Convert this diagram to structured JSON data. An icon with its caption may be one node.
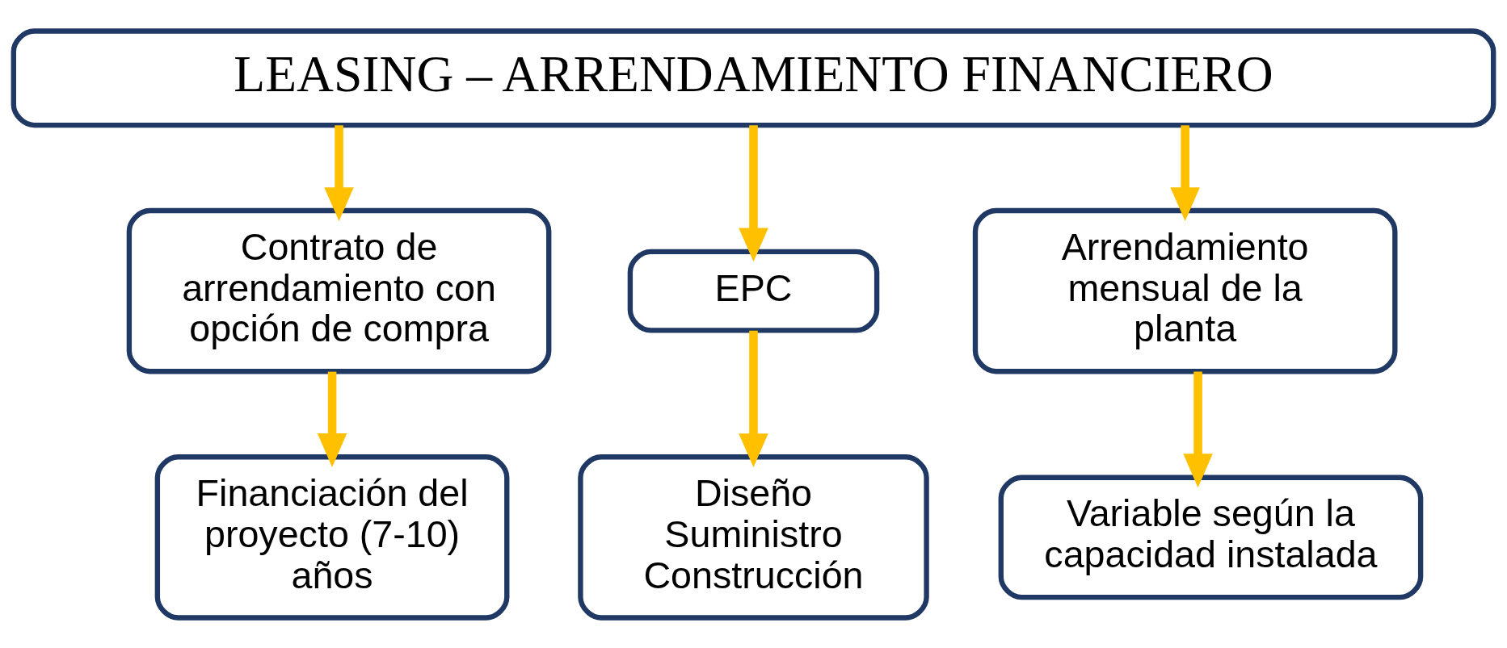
{
  "diagram": {
    "nodes": [
      {
        "text": [
          "LEASING – ARRENDAMIENTO FINANCIERO"
        ]
      },
      {
        "text": [
          "Contrato de arrendamiento con opción de compra"
        ]
      },
      {
        "text": [
          "EPC"
        ]
      },
      {
        "text": [
          "Arrendamiento mensual de la planta"
        ]
      },
      {
        "text": [
          "Financiación del proyecto (7-10) años"
        ]
      },
      {
        "text": [
          "Diseño Suministro Construcción"
        ]
      },
      {
        "text": [
          "Variable según la capacidad instalada"
        ]
      }
    ],
    "edges": [
      {
        "from": 0,
        "to": 1,
        "arrow": "to"
      },
      {
        "from": 0,
        "to": 2,
        "arrow": "to"
      },
      {
        "from": 0,
        "to": 3,
        "arrow": "to"
      },
      {
        "from": 1,
        "to": 4,
        "arrow": "to"
      },
      {
        "from": 2,
        "to": 5,
        "arrow": "to"
      },
      {
        "from": 3,
        "to": 6,
        "arrow": "to"
      }
    ]
  }
}
